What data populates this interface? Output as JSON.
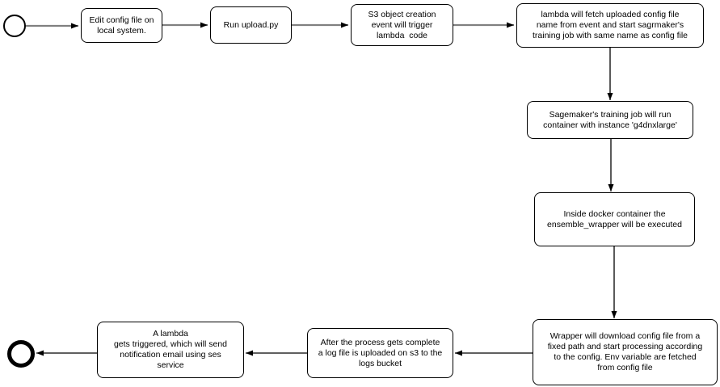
{
  "diagram": {
    "type": "flowchart",
    "background_color": "#ffffff",
    "colors": {
      "node_fill": "#ffffff",
      "node_border": "#000000",
      "text": "#000000",
      "arrow_primary": "#808080",
      "arrow_secondary": "#000000"
    },
    "nodes": [
      {
        "id": "start",
        "kind": "start-event",
        "text": ""
      },
      {
        "id": "edit-config",
        "kind": "process",
        "text": "Edit config file on\nlocal system."
      },
      {
        "id": "run-upload",
        "kind": "process",
        "text": "Run upload.py"
      },
      {
        "id": "s3-event",
        "kind": "process",
        "text": "S3 object creation\nevent will trigger\nlambda  code"
      },
      {
        "id": "lambda-fetch",
        "kind": "process",
        "text": "lambda will fetch uploaded config file\nname from event and start sagrmaker's\ntraining job with same name as config file"
      },
      {
        "id": "sagemaker-job",
        "kind": "process",
        "text": "Sagemaker's training job will run\ncontainer with instance 'g4dnxlarge'"
      },
      {
        "id": "docker-container",
        "kind": "process",
        "text": "Inside docker container the\nensemble_wrapper will be executed"
      },
      {
        "id": "wrapper-download",
        "kind": "process",
        "text": "Wrapper will download config file from a\nfixed path and start processing according\nto the config. Env variable are fetched\nfrom config file"
      },
      {
        "id": "log-upload",
        "kind": "process",
        "text": "After the process gets complete\na log file is uploaded on s3 to the\nlogs bucket"
      },
      {
        "id": "notify-lambda",
        "kind": "process",
        "text": "A lambda\ngets triggered, which will send\nnotification email using ses\nservice"
      },
      {
        "id": "end",
        "kind": "end-event",
        "text": ""
      }
    ],
    "edges": [
      {
        "from": "start",
        "to": "edit-config"
      },
      {
        "from": "edit-config",
        "to": "run-upload"
      },
      {
        "from": "run-upload",
        "to": "s3-event"
      },
      {
        "from": "s3-event",
        "to": "lambda-fetch"
      },
      {
        "from": "lambda-fetch",
        "to": "sagemaker-job"
      },
      {
        "from": "sagemaker-job",
        "to": "docker-container"
      },
      {
        "from": "docker-container",
        "to": "wrapper-download"
      },
      {
        "from": "wrapper-download",
        "to": "log-upload"
      },
      {
        "from": "log-upload",
        "to": "notify-lambda"
      },
      {
        "from": "notify-lambda",
        "to": "end"
      }
    ]
  }
}
